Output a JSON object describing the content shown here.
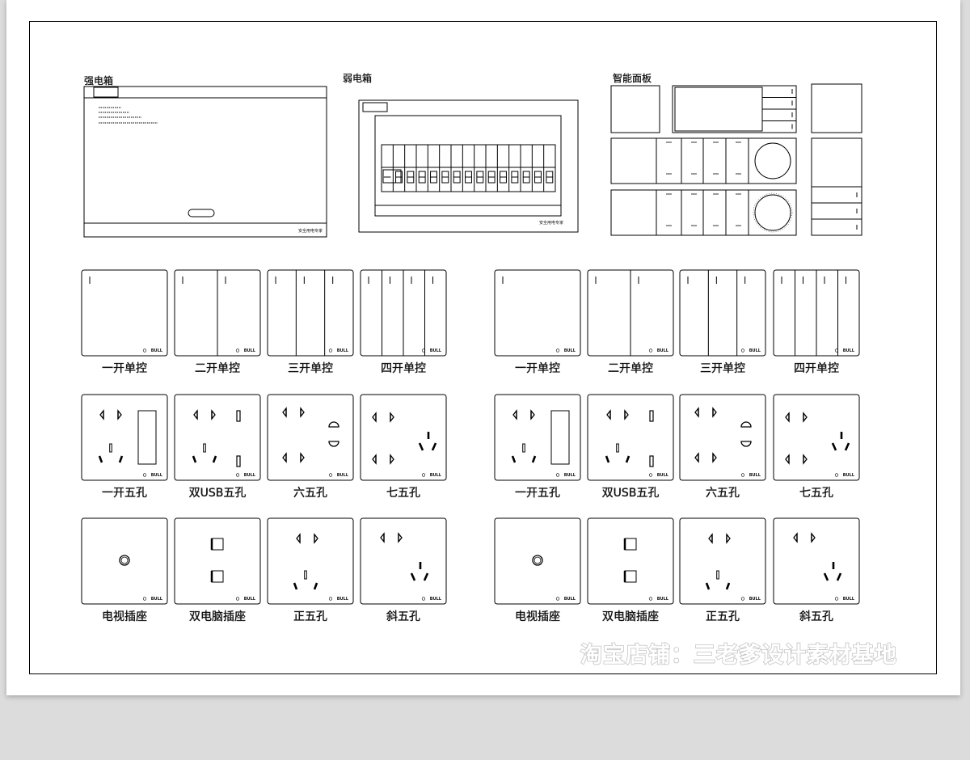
{
  "sections": {
    "strong_box": "强电箱",
    "weak_box": "弱电箱",
    "smart_panel": "智能面板"
  },
  "box_captions": {
    "strong": "安全用电专家",
    "weak": "安全用电专家"
  },
  "brand": "BULL",
  "labels": {
    "switch_1": "一开单控",
    "switch_2": "二开单控",
    "switch_3": "三开单控",
    "switch_4": "四开单控",
    "socket_1gang_5hole": "一开五孔",
    "socket_usb_5hole": "双USB五孔",
    "socket_six_5hole": "六五孔",
    "socket_seven_5hole": "七五孔",
    "tv_socket": "电视插座",
    "dual_pc_socket": "双电脑插座",
    "straight_5hole": "正五孔",
    "oblique_5hole": "斜五孔"
  },
  "watermark": "淘宝店铺：三老爹设计素材基地"
}
